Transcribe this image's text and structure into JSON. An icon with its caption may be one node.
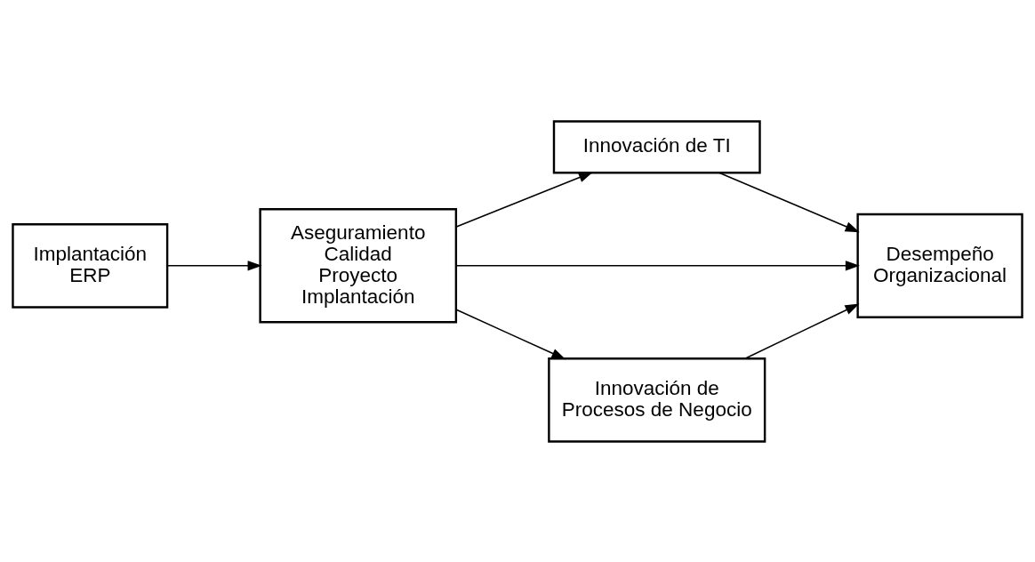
{
  "diagram": {
    "nodes": [
      {
        "text": [
          "Implantación ERP"
        ]
      },
      {
        "text": [
          "Aseguramiento Calidad Proyecto Implantación"
        ]
      },
      {
        "text": [
          "Innovación de TI"
        ]
      },
      {
        "text": [
          "Desempeño Organizacional"
        ]
      },
      {
        "text": [
          "Innovación de Procesos de Negocio"
        ]
      }
    ],
    "edges": [
      {
        "from": 0,
        "to": 1,
        "arrow": "to"
      },
      {
        "from": 1,
        "to": 2,
        "arrow": "to"
      },
      {
        "from": 1,
        "to": 3,
        "arrow": "to"
      },
      {
        "from": 1,
        "to": 4,
        "arrow": "to"
      },
      {
        "from": 2,
        "to": 3,
        "arrow": "to"
      },
      {
        "from": 4,
        "to": 3,
        "arrow": "to"
      }
    ]
  }
}
